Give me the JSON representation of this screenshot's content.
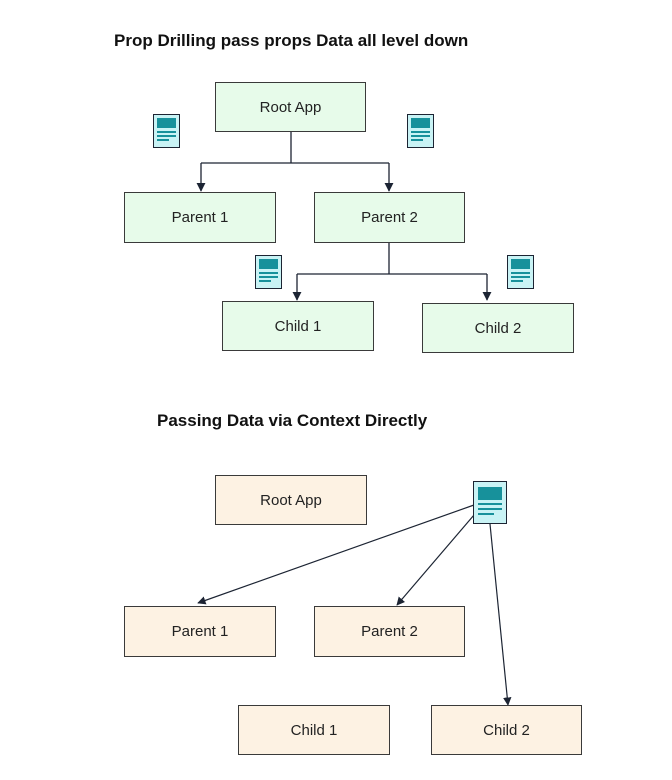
{
  "section1": {
    "title": "Prop Drilling pass props Data all level down",
    "nodes": {
      "root": "Root App",
      "parent1": "Parent 1",
      "parent2": "Parent 2",
      "child1": "Child 1",
      "child2": "Child 2"
    }
  },
  "section2": {
    "title": "Passing Data via Context Directly",
    "nodes": {
      "root": "Root App",
      "parent1": "Parent 1",
      "parent2": "Parent 2",
      "child1": "Child 1",
      "child2": "Child 2"
    }
  },
  "colors": {
    "node_green": "#e7fbea",
    "node_tan": "#fdf2e3",
    "doc_fill": "#c9f3f5",
    "doc_header": "#17919b",
    "line": "#1c2433"
  },
  "icons": [
    "document-icon"
  ]
}
